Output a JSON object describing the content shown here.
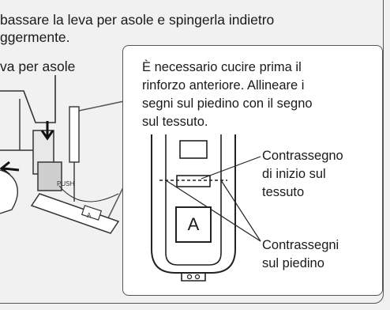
{
  "instruction": {
    "line1": "bassare la leva per asole e spingerla indietro",
    "line2": "ggermente."
  },
  "lever_label": "va per asole",
  "push_label": "PUSH",
  "foot_letter": "A",
  "note": {
    "line1": "È necessario cucire prima il",
    "line2": "rinforzo anteriore. Allineare i",
    "line3": "segni sul piedino con il segno",
    "line4": "sul tessuto."
  },
  "fabric_mark": {
    "line1": "Contrassegno",
    "line2": "di inizio sul",
    "line3": "tessuto"
  },
  "foot_marks": {
    "line1": "Contrassegni",
    "line2": "sul piedino"
  }
}
